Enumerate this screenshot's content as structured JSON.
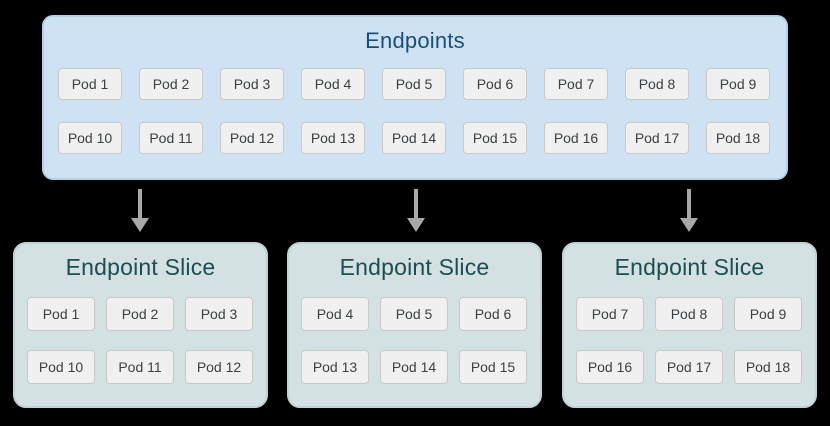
{
  "colors": {
    "background": "#000000",
    "endpoints_fill": "#cfe2f4",
    "endpoints_border": "#b3cfe9",
    "endpoints_title": "#1a4e7a",
    "slice_fill": "#d3e1e3",
    "slice_border": "#bfd3d6",
    "slice_title": "#1d4d50",
    "pod_fill": "#f0f0f0",
    "pod_border": "#c8c8c8",
    "pod_text": "#3c4043",
    "arrow": "#a8a8a8"
  },
  "endpoints": {
    "title": "Endpoints",
    "rows": [
      [
        "Pod 1",
        "Pod 2",
        "Pod 3",
        "Pod 4",
        "Pod 5",
        "Pod 6",
        "Pod 7",
        "Pod 8",
        "Pod 9"
      ],
      [
        "Pod 10",
        "Pod 11",
        "Pod 12",
        "Pod 13",
        "Pod 14",
        "Pod 15",
        "Pod 16",
        "Pod 17",
        "Pod 18"
      ]
    ]
  },
  "slices": [
    {
      "title": "Endpoint Slice",
      "rows": [
        [
          "Pod 1",
          "Pod 2",
          "Pod 3"
        ],
        [
          "Pod 10",
          "Pod 11",
          "Pod 12"
        ]
      ]
    },
    {
      "title": "Endpoint Slice",
      "rows": [
        [
          "Pod 4",
          "Pod 5",
          "Pod 6"
        ],
        [
          "Pod 13",
          "Pod 14",
          "Pod 15"
        ]
      ]
    },
    {
      "title": "Endpoint Slice",
      "rows": [
        [
          "Pod 7",
          "Pod 8",
          "Pod 9"
        ],
        [
          "Pod 16",
          "Pod 17",
          "Pod 18"
        ]
      ]
    }
  ]
}
